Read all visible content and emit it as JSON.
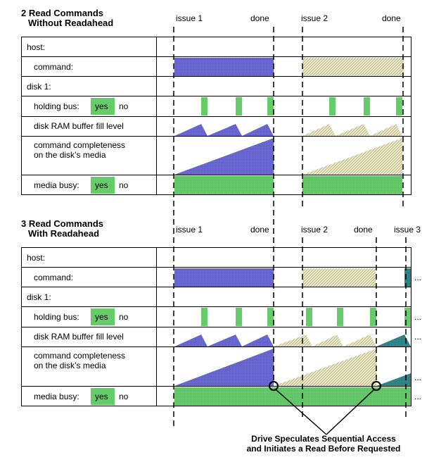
{
  "colors": {
    "command_blue": "#6b6bd0",
    "command_tan": "#dcd8a6",
    "bus_green": "#66cc6a",
    "teal": "#2a8c8c",
    "line": "#000000"
  },
  "panels": [
    {
      "title_line1": "2 Read Commands",
      "title_line2": "Without Readahead",
      "markers": {
        "issue1": "issue 1",
        "done1": "done",
        "issue2": "issue 2",
        "done2": "done"
      },
      "rows": {
        "host": "host:",
        "command": "command:",
        "disk": "disk 1:",
        "holding_bus": "holding bus:",
        "holding_yes": "yes",
        "holding_no": "no",
        "buffer": "disk RAM buffer fill level",
        "completeness_1": "command completeness",
        "completeness_2": "on the disk’s media",
        "media_busy": "media busy:",
        "media_yes": "yes",
        "media_no": "no"
      }
    },
    {
      "title_line1": "3 Read Commands",
      "title_line2": "With Readahead",
      "markers": {
        "issue1": "issue 1",
        "done1": "done",
        "issue2": "issue 2",
        "done2": "done",
        "issue3": "issue 3"
      },
      "rows": {
        "host": "host:",
        "command": "command:",
        "disk": "disk 1:",
        "holding_bus": "holding bus:",
        "holding_yes": "yes",
        "holding_no": "no",
        "buffer": "disk RAM buffer fill level",
        "completeness_1": "command completeness",
        "completeness_2": "on the disk’s media",
        "media_busy": "media busy:",
        "media_yes": "yes",
        "media_no": "no"
      },
      "ellipsis": "..."
    }
  ],
  "annotation": {
    "line1": "Drive Speculates Sequential Access",
    "line2": "and Initiates a Read Before Requested"
  }
}
